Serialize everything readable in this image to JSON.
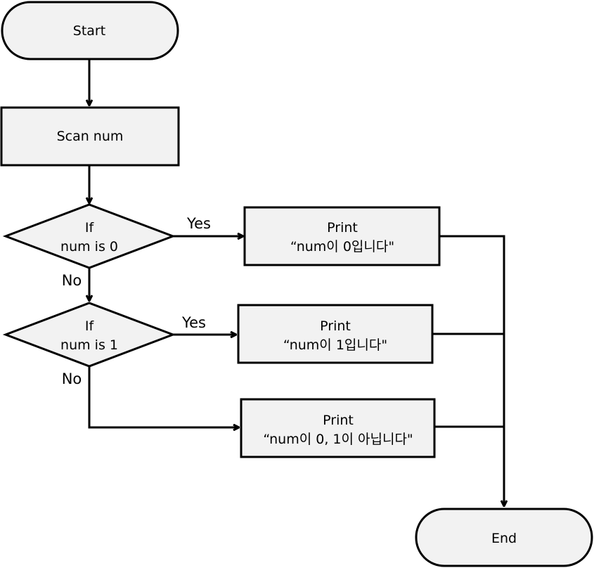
{
  "diagram": {
    "nodes": {
      "start": {
        "label": "Start"
      },
      "scan": {
        "label": "Scan num"
      },
      "if0": {
        "line1": "If",
        "line2": "num is 0"
      },
      "if1": {
        "line1": "If",
        "line2": "num is 1"
      },
      "print0": {
        "line1": "Print",
        "line2": "“num이 0입니다\""
      },
      "print1": {
        "line1": "Print",
        "line2": "“num이 1입니다\""
      },
      "print2": {
        "line1": "Print",
        "line2": "“num이 0, 1이 아닙니다\""
      },
      "end": {
        "label": "End"
      }
    },
    "edge_labels": {
      "if0_yes": "Yes",
      "if0_no": "No",
      "if1_yes": "Yes",
      "if1_no": "No"
    }
  }
}
